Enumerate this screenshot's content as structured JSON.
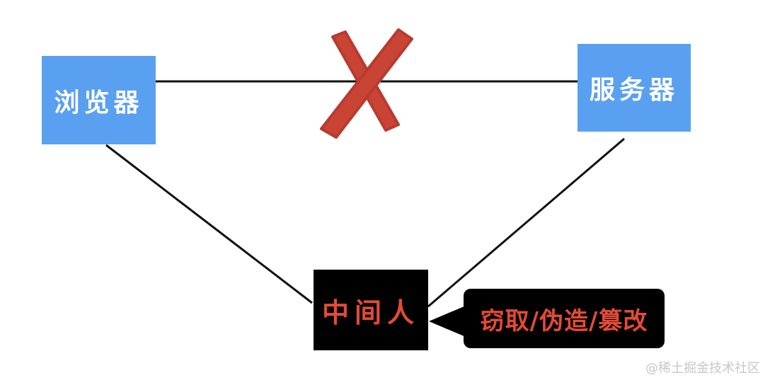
{
  "nodes": {
    "browser": "浏览器",
    "server": "服务器",
    "mitm": "中间人"
  },
  "callout": {
    "text": "窃取/伪造/篡改"
  },
  "watermark": "@稀土掘金技术社区",
  "colors": {
    "node_blue": "#5aa0f0",
    "node_text_white": "#ffffff",
    "mitm_background": "#000000",
    "warning_red": "#e34b35",
    "cross_red": "#c94434",
    "line": "#111111",
    "watermark": "#c7c7c7"
  },
  "icons": {
    "blocked_connection": "cross-mark-icon"
  }
}
